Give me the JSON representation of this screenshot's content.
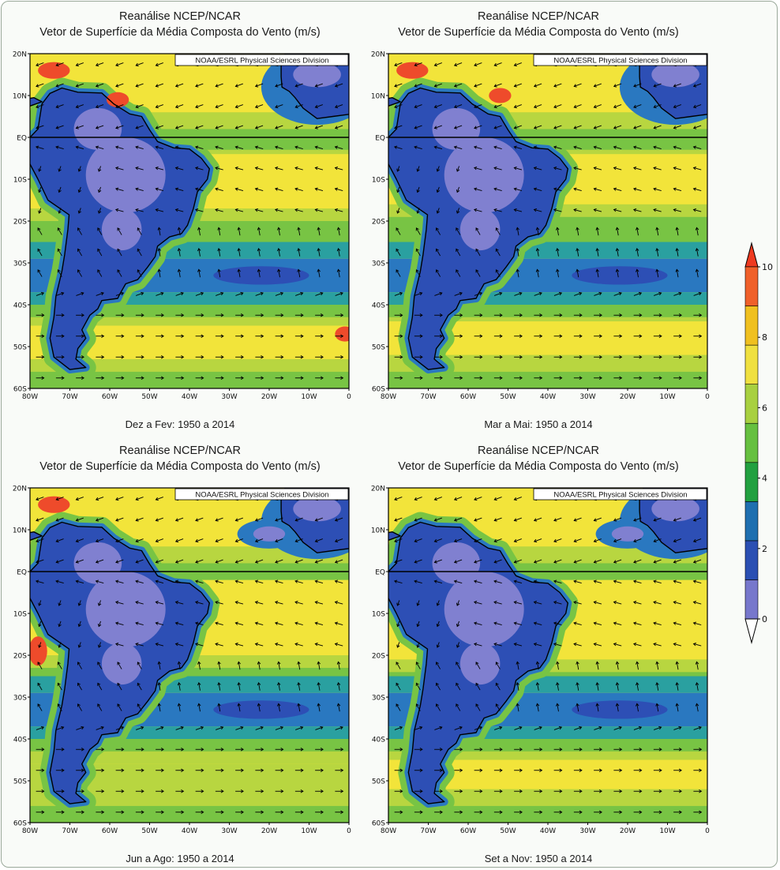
{
  "panels": [
    {
      "title_line1": "Reanálise NCEP/NCAR",
      "title_line2": "Vetor de Superfície da Média Composta do Vento (m/s)",
      "credit": "NOAA/ESRL Physical Sciences Division",
      "caption": "Dez a Fev: 1950 a 2014"
    },
    {
      "title_line1": "Reanálise NCEP/NCAR",
      "title_line2": "Vetor de Superfície da Média Composta do Vento (m/s)",
      "credit": "NOAA/ESRL Physical Sciences Division",
      "caption": "Mar a Mai: 1950 a 2014"
    },
    {
      "title_line1": "Reanálise NCEP/NCAR",
      "title_line2": "Vetor de Superfície da Média Composta do Vento (m/s)",
      "credit": "NOAA/ESRL Physical Sciences Division",
      "caption": "Jun a Ago: 1950 a 2014"
    },
    {
      "title_line1": "Reanálise NCEP/NCAR",
      "title_line2": "Vetor de Superfície da Média Composta do Vento (m/s)",
      "credit": "NOAA/ESRL Physical Sciences Division",
      "caption": "Set a Nov: 1950 a 2014"
    }
  ],
  "axes": {
    "lat_labels": [
      "20N",
      "10N",
      "EQ",
      "10S",
      "20S",
      "30S",
      "40S",
      "50S",
      "60S"
    ],
    "lon_labels": [
      "80W",
      "70W",
      "60W",
      "50W",
      "40W",
      "30W",
      "20W",
      "10W",
      "0"
    ]
  },
  "legend": {
    "labels": [
      "10",
      "8",
      "6",
      "4",
      "2",
      "0"
    ],
    "colors": [
      "#7777cc",
      "#2b4fb3",
      "#1f6fb0",
      "#22a040",
      "#66c040",
      "#a8d040",
      "#f0e040",
      "#f0c020",
      "#f0602a"
    ]
  }
}
